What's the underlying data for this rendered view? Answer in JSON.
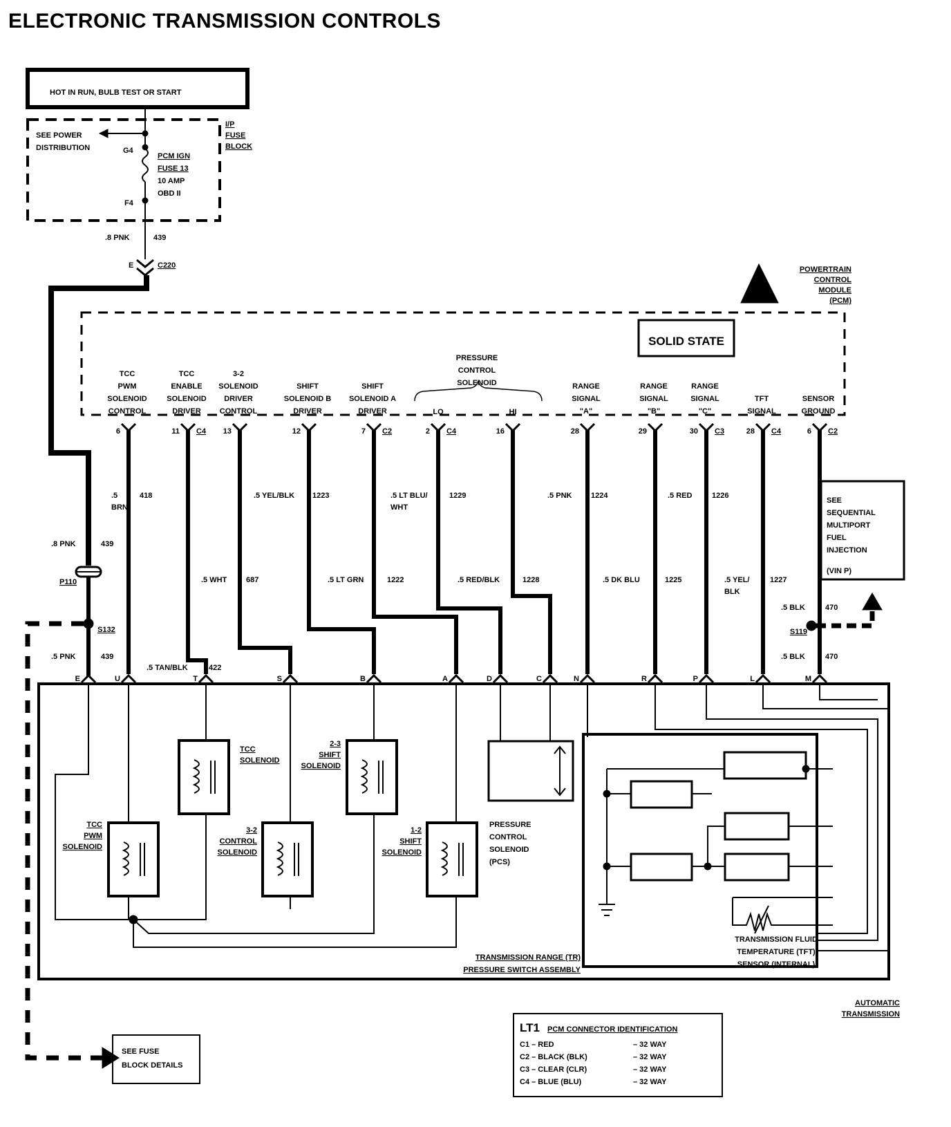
{
  "title": "ELECTRONIC TRANSMISSION CONTROLS",
  "power_box": "HOT IN RUN, BULB TEST OR START",
  "fuse_block": {
    "see_power": [
      "SEE POWER",
      "DISTRIBUTION"
    ],
    "label": [
      "I/P",
      "FUSE",
      "BLOCK"
    ],
    "g4": "G4",
    "f4": "F4",
    "fuse": [
      "PCM IGN",
      "FUSE 13",
      "10 AMP",
      "OBD II"
    ]
  },
  "wire_439_top": [
    ".8 PNK",
    "439"
  ],
  "connector_c220": {
    "pin": "E",
    "name": "C220"
  },
  "pcm": {
    "name": [
      "POWERTRAIN",
      "CONTROL",
      "MODULE",
      "(PCM)"
    ],
    "solid_state": "SOLID STATE",
    "pcs_header": [
      "PRESSURE",
      "CONTROL",
      "SOLENOID"
    ],
    "pins": [
      {
        "lines": [
          "TCC",
          "PWM",
          "SOLENOID",
          "CONTROL"
        ],
        "pin": "6",
        "conn": ""
      },
      {
        "lines": [
          "TCC",
          "ENABLE",
          "SOLENOID",
          "DRIVER"
        ],
        "pin": "11",
        "conn": "C4"
      },
      {
        "lines": [
          "3-2",
          "SOLENOID",
          "DRIVER",
          "CONTROL"
        ],
        "pin": "13",
        "conn": ""
      },
      {
        "lines": [
          "SHIFT",
          "SOLENOID B",
          "DRIVER"
        ],
        "pin": "12",
        "conn": ""
      },
      {
        "lines": [
          "SHIFT",
          "SOLENOID A",
          "DRIVER"
        ],
        "pin": "7",
        "conn": "C2"
      },
      {
        "lines": [
          "LO"
        ],
        "pin": "2",
        "conn": "C4"
      },
      {
        "lines": [
          "HI"
        ],
        "pin": "16",
        "conn": ""
      },
      {
        "lines": [
          "RANGE",
          "SIGNAL",
          "\"A\""
        ],
        "pin": "28",
        "conn": ""
      },
      {
        "lines": [
          "RANGE",
          "SIGNAL",
          "\"B\""
        ],
        "pin": "29",
        "conn": ""
      },
      {
        "lines": [
          "RANGE",
          "SIGNAL",
          "\"C\""
        ],
        "pin": "30",
        "conn": "C3"
      },
      {
        "lines": [
          "TFT",
          "SIGNAL"
        ],
        "pin": "28",
        "conn": "C4"
      },
      {
        "lines": [
          "SENSOR",
          "GROUND"
        ],
        "pin": "6",
        "conn": "C2"
      }
    ]
  },
  "wires": [
    {
      "color": [
        ".5",
        "BRN"
      ],
      "circuit": "418"
    },
    {
      "color": [
        ".5 WHT"
      ],
      "circuit": "687"
    },
    {
      "color": [
        ".5 YEL/BLK"
      ],
      "circuit": "1223"
    },
    {
      "color": [
        ".5 LT GRN"
      ],
      "circuit": "1222"
    },
    {
      "color": [
        ".5 LT BLU/",
        "WHT"
      ],
      "circuit": "1229"
    },
    {
      "color": [
        ".5 RED/BLK"
      ],
      "circuit": "1228"
    },
    {
      "color": [
        ".5 PNK"
      ],
      "circuit": "1224"
    },
    {
      "color": [
        ".5 DK BLU"
      ],
      "circuit": "1225"
    },
    {
      "color": [
        ".5 RED"
      ],
      "circuit": "1226"
    },
    {
      "color": [
        ".5 YEL/",
        "BLK"
      ],
      "circuit": "1227"
    },
    {
      "color": [
        ".5 BLK"
      ],
      "circuit": "470"
    },
    {
      "color": [
        ".5 BLK"
      ],
      "circuit": "470"
    },
    {
      "color": [
        ".5 TAN/BLK"
      ],
      "circuit": "422"
    },
    {
      "color": [
        ".8 PNK"
      ],
      "circuit": "439"
    },
    {
      "color": [
        ".5 PNK"
      ],
      "circuit": "439"
    }
  ],
  "splices": {
    "s132": "S132",
    "s119": "S119",
    "p110": "P110"
  },
  "sfi_box": [
    "SEE",
    "SEQUENTIAL",
    "MULTIPORT",
    "FUEL",
    "INJECTION",
    "(VIN P)"
  ],
  "trans_pins": [
    "E",
    "U",
    "T",
    "S",
    "B",
    "A",
    "D",
    "C",
    "N",
    "R",
    "P",
    "L",
    "M"
  ],
  "components": {
    "tcc_solenoid": [
      "TCC",
      "SOLENOID"
    ],
    "shift_23": [
      "2-3",
      "SHIFT",
      "SOLENOID"
    ],
    "tcc_pwm": [
      "TCC",
      "PWM",
      "SOLENOID"
    ],
    "control_32": [
      "3-2",
      "CONTROL",
      "SOLENOID"
    ],
    "shift_12": [
      "1-2",
      "SHIFT",
      "SOLENOID"
    ],
    "pcs": [
      "PRESSURE",
      "CONTROL",
      "SOLENOID",
      "(PCS)"
    ],
    "tr_assembly": [
      "TRANSMISSION RANGE (TR)",
      "PRESSURE SWITCH ASSEMBLY"
    ],
    "tft_sensor": [
      "TRANSMISSION FLUID",
      "TEMPERATURE (TFT)",
      "SENSOR (INTERNAL)"
    ],
    "automatic": [
      "AUTOMATIC",
      "TRANSMISSION"
    ]
  },
  "fuse_details": [
    "SEE FUSE",
    "BLOCK DETAILS"
  ],
  "legend": {
    "title_lt1": "LT1",
    "title_rest": "PCM CONNECTOR IDENTIFICATION",
    "rows": [
      {
        "c": "C1",
        "color": "RED",
        "way": "32 WAY"
      },
      {
        "c": "C2",
        "color": "BLACK (BLK)",
        "way": "32 WAY"
      },
      {
        "c": "C3",
        "color": "CLEAR (CLR)",
        "way": "32 WAY"
      },
      {
        "c": "C4",
        "color": "BLUE (BLU)",
        "way": "32 WAY"
      }
    ]
  }
}
